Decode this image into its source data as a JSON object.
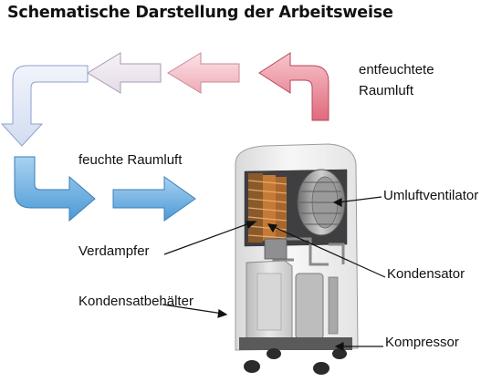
{
  "title": "Schematische Darstellung der Arbeitsweise",
  "labels": {
    "dry_air_line1": "entfeuchtete",
    "dry_air_line2": "Raumluft",
    "humid_air": "feuchte Raumluft",
    "fan": "Umluftventilator",
    "evaporator": "Verdampfer",
    "condenser": "Kondensator",
    "tank": "Kondensatbehälter",
    "compressor": "Kompressor"
  },
  "colors": {
    "dry_air_arrow": "#e27585",
    "humid_air_arrow": "#5aa6dc",
    "transition_arrow": "#c9d3ec",
    "unit_body": "#f1f1f1",
    "fins": "#c57a35",
    "leader_line": "#111111"
  }
}
